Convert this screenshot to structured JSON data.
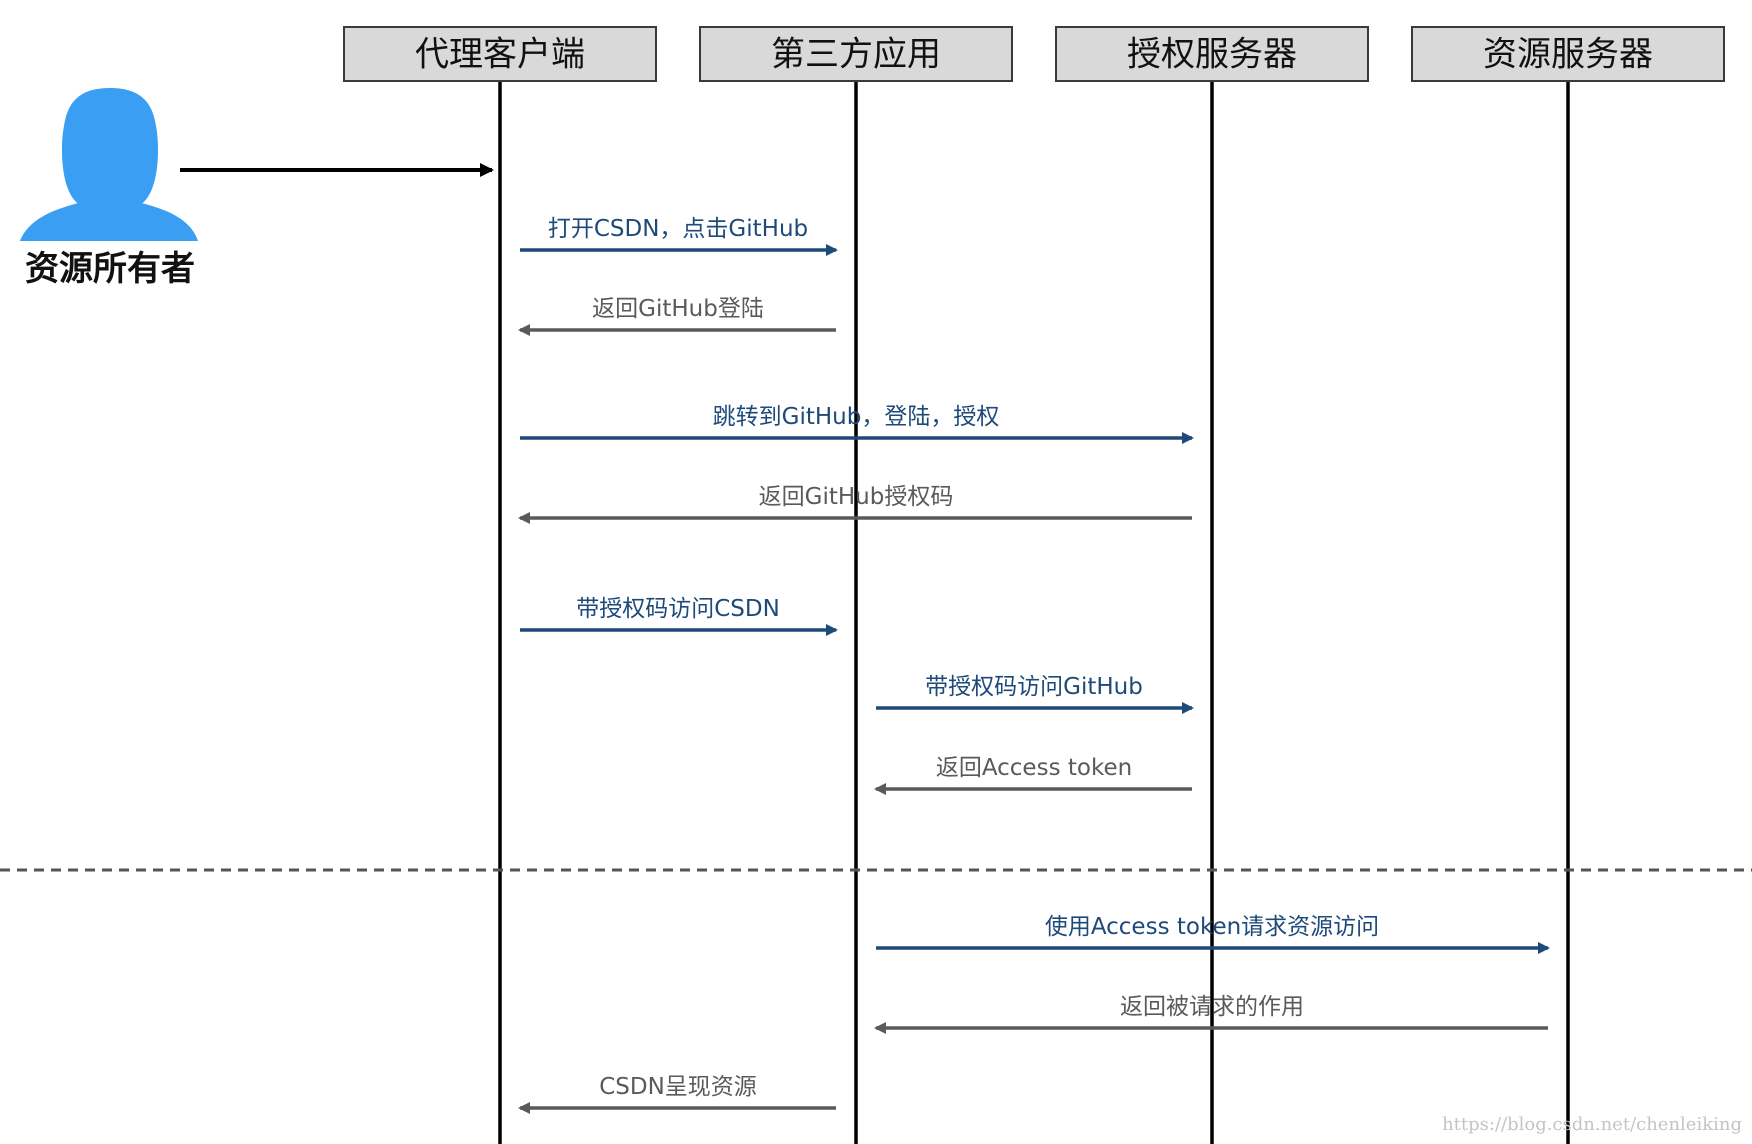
{
  "resource_owner": {
    "label": "资源所有者",
    "icon": "person-icon",
    "color": "#3a9ff3"
  },
  "participants": [
    {
      "id": "agent_client",
      "label": "代理客户端"
    },
    {
      "id": "third_party_app",
      "label": "第三方应用"
    },
    {
      "id": "auth_server",
      "label": "授权服务器"
    },
    {
      "id": "resource_server",
      "label": "资源服务器"
    }
  ],
  "owner_arrow": {
    "from": "resource_owner",
    "to": "agent_client",
    "color": "#000000"
  },
  "messages": [
    {
      "label": "打开CSDN，点击GitHub",
      "from": "agent_client",
      "to": "third_party_app",
      "kind": "request"
    },
    {
      "label": "返回GitHub登陆",
      "from": "third_party_app",
      "to": "agent_client",
      "kind": "response"
    },
    {
      "label": "跳转到GitHub，登陆，授权",
      "from": "agent_client",
      "to": "auth_server",
      "kind": "request"
    },
    {
      "label": "返回GitHub授权码",
      "from": "auth_server",
      "to": "agent_client",
      "kind": "response"
    },
    {
      "label": "带授权码访问CSDN",
      "from": "agent_client",
      "to": "third_party_app",
      "kind": "request"
    },
    {
      "label": "带授权码访问GitHub",
      "from": "third_party_app",
      "to": "auth_server",
      "kind": "request"
    },
    {
      "label": "返回Access token",
      "from": "auth_server",
      "to": "third_party_app",
      "kind": "response"
    },
    {
      "label": "使用Access token请求资源访问",
      "from": "third_party_app",
      "to": "resource_server",
      "kind": "request"
    },
    {
      "label": "返回被请求的作用",
      "from": "resource_server",
      "to": "third_party_app",
      "kind": "response"
    },
    {
      "label": "CSDN呈现资源",
      "from": "third_party_app",
      "to": "agent_client",
      "kind": "response"
    }
  ],
  "colors": {
    "request": "#1e4a7a",
    "response": "#5a5a5a",
    "box_fill": "#d9d9d9",
    "lifeline": "#000000",
    "divider": "#555555"
  },
  "watermark": "https://blog.csdn.net/chenleiking"
}
